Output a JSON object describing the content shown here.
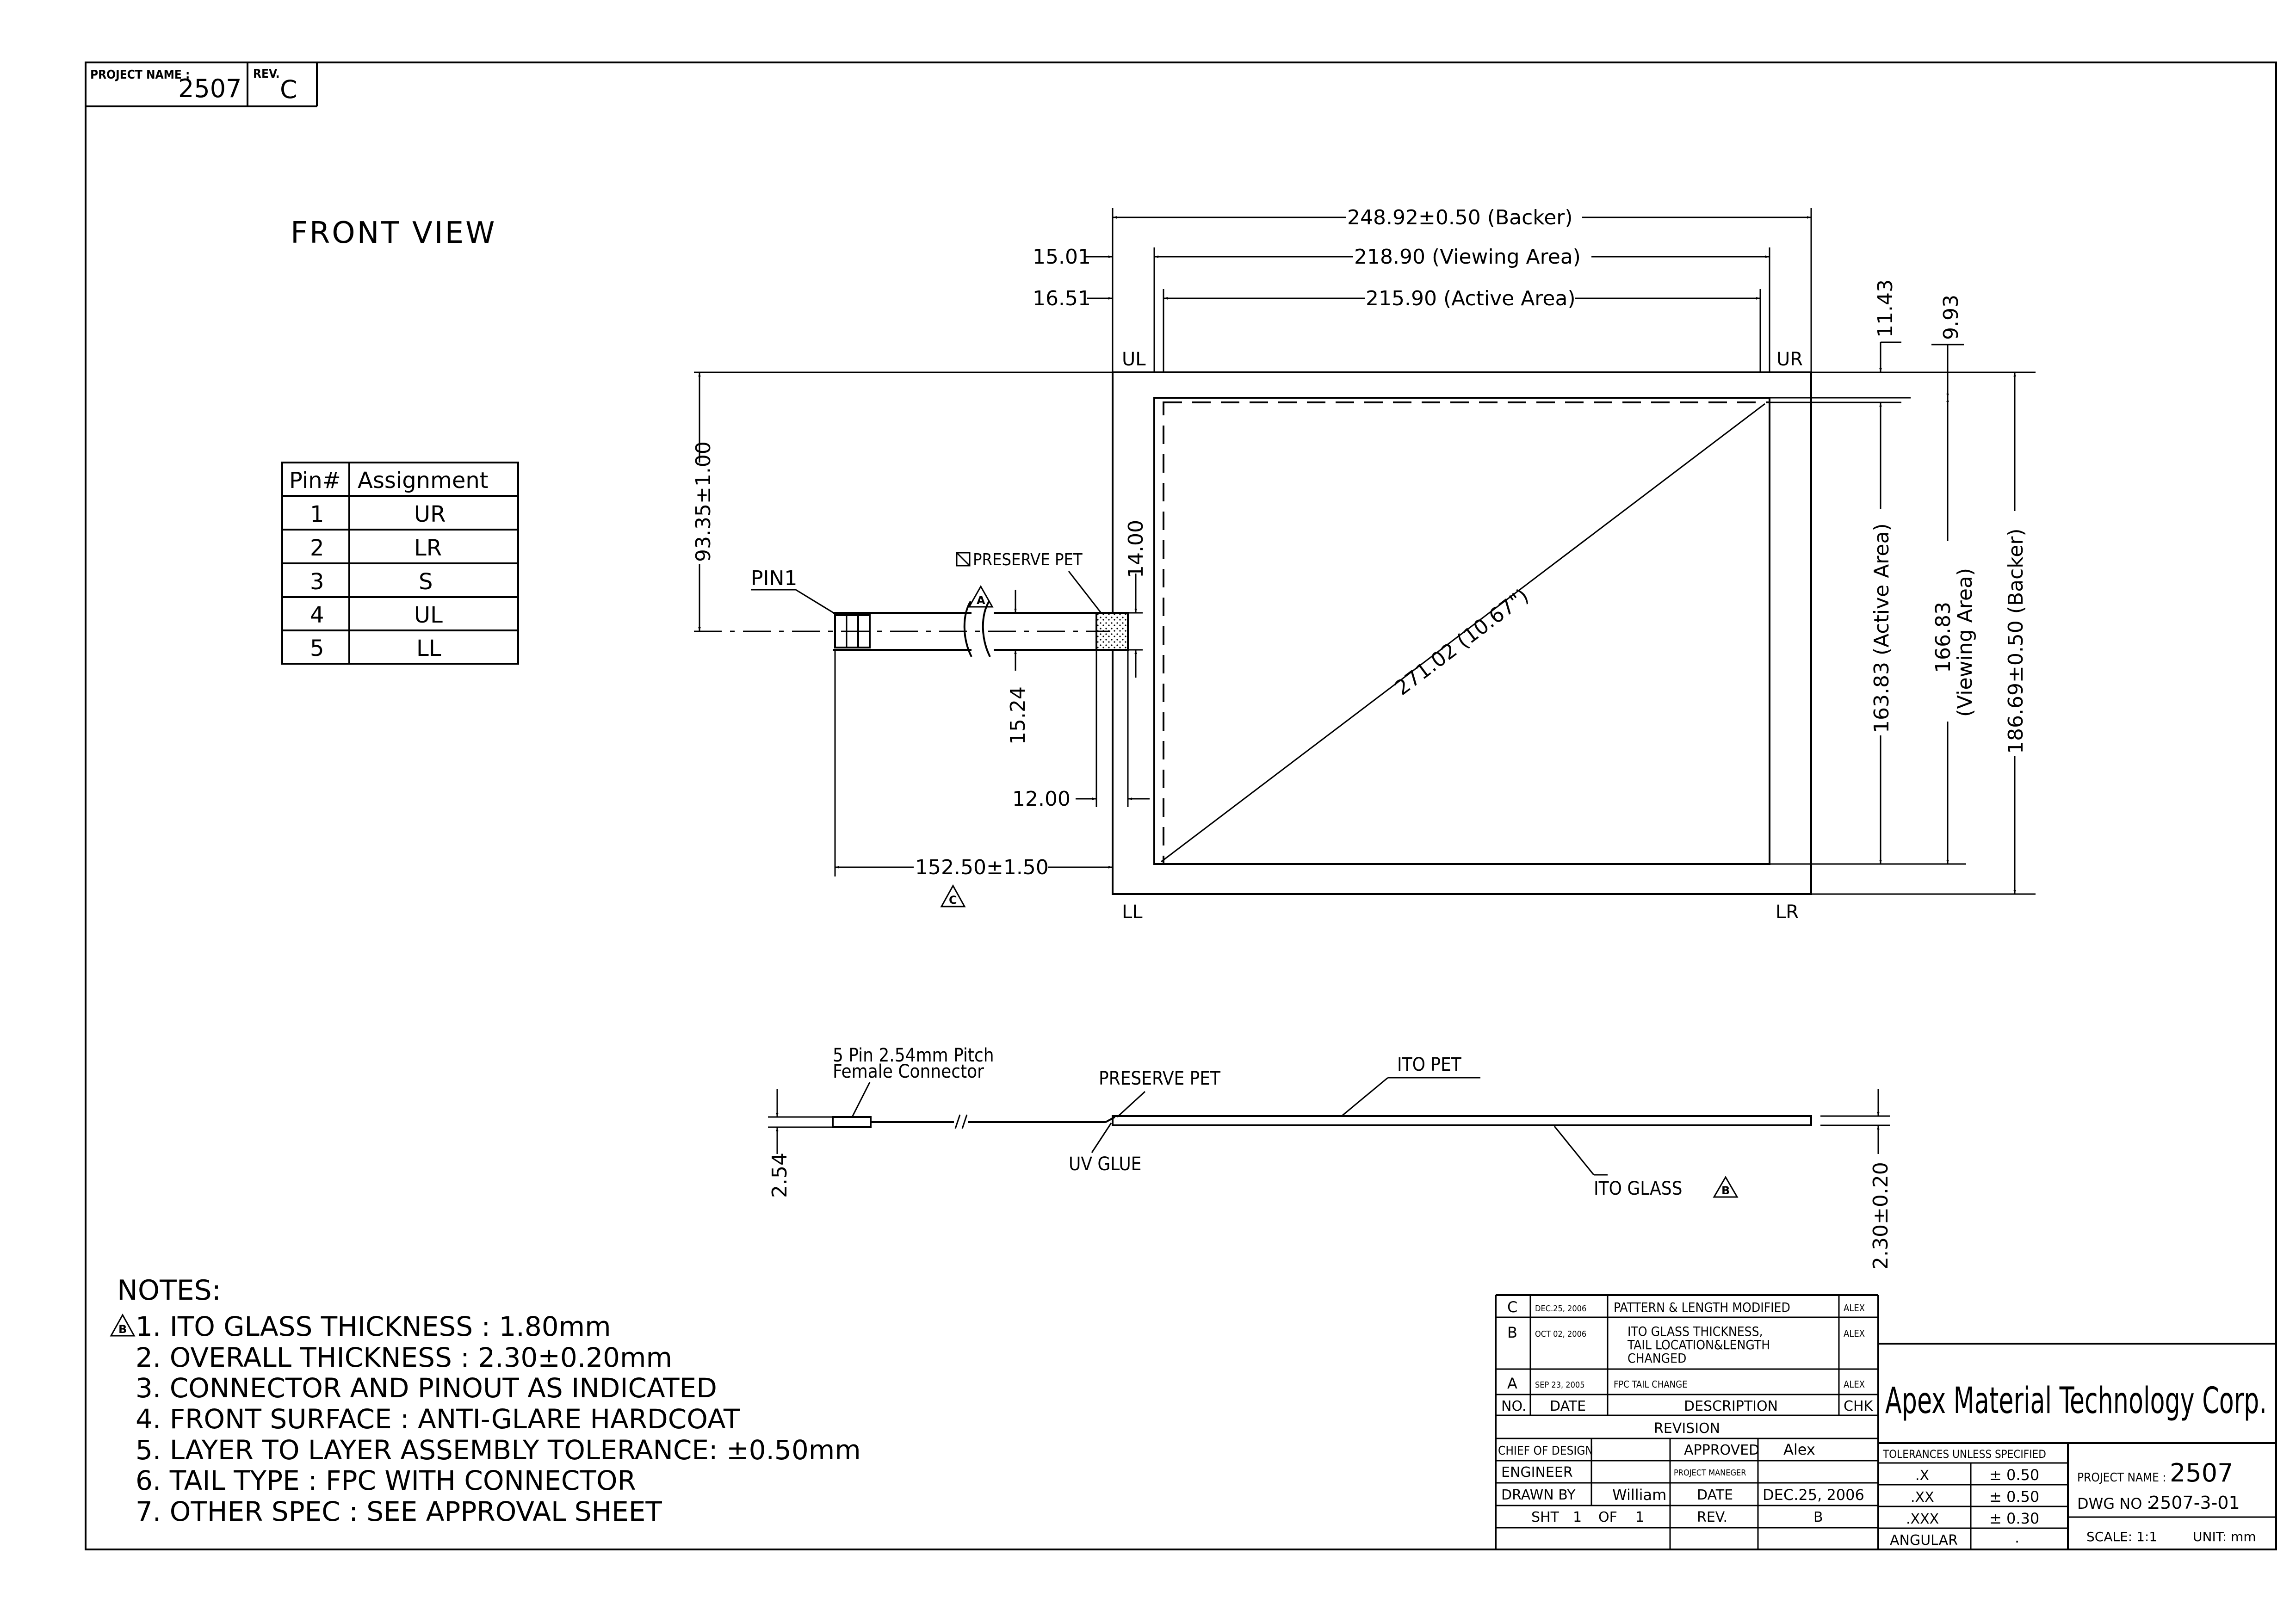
{
  "header": {
    "project_label": "PROJECT NAME :",
    "project_value": "2507",
    "rev_label": "REV.",
    "rev_value": "C"
  },
  "front_view": {
    "title": "FRONT VIEW",
    "dim_backer_w": "248.92±0.50 (Backer)",
    "dim_viewing_w": "218.90 (Viewing Area)",
    "dim_active_w": "215.90 (Active Area)",
    "dim_15_01": "15.01",
    "dim_16_51": "16.51",
    "dim_11_43": "11.43",
    "dim_9_93": "9.93",
    "dim_93_35": "93.35±1.00",
    "dim_14_00": "14.00",
    "dim_15_24": "15.24",
    "dim_12_00": "12.00",
    "dim_152_50": "152.50±1.50",
    "dim_diag": "271.02 (10.67\")",
    "dim_active_h": "163.83 (Active Area)",
    "dim_viewing_h_1": "166.83",
    "dim_viewing_h_2": "(Viewing Area)",
    "dim_backer_h": "186.69±0.50 (Backer)",
    "corner_ul": "UL",
    "corner_ur": "UR",
    "corner_ll": "LL",
    "corner_lr": "LR",
    "pin1": "PIN1",
    "preserve_pet": "PRESERVE PET",
    "rev_a": "A",
    "rev_c": "C"
  },
  "pin_table": {
    "headers": [
      "Pin#",
      "Assignment"
    ],
    "rows": [
      [
        "1",
        "UR"
      ],
      [
        "2",
        "LR"
      ],
      [
        "3",
        "S"
      ],
      [
        "4",
        "UL"
      ],
      [
        "5",
        "LL"
      ]
    ]
  },
  "side_view": {
    "connector_1": "5 Pin 2.54mm Pitch",
    "connector_2": "Female Connector",
    "preserve_pet": "PRESERVE PET",
    "ito_pet": "ITO PET",
    "uv_glue": "UV GLUE",
    "ito_glass": "ITO GLASS",
    "dim_2_54": "2.54",
    "dim_2_30": "2.30±0.20",
    "rev_b": "B"
  },
  "notes": {
    "title": "NOTES:",
    "rev_mark": "B",
    "items": [
      "1. ITO GLASS THICKNESS : 1.80mm",
      "2. OVERALL THICKNESS : 2.30±0.20mm",
      "3. CONNECTOR AND PINOUT AS INDICATED",
      "4. FRONT SURFACE : ANTI-GLARE HARDCOAT",
      "5. LAYER TO LAYER ASSEMBLY TOLERANCE: ±0.50mm",
      "6. TAIL TYPE : FPC WITH CONNECTOR",
      "7. OTHER SPEC : SEE APPROVAL SHEET"
    ]
  },
  "revisions": {
    "rows": [
      {
        "no": "C",
        "date": "DEC.25, 2006",
        "desc": [
          "PATTERN & LENGTH MODIFIED"
        ],
        "chk": "ALEX"
      },
      {
        "no": "B",
        "date": "OCT 02, 2006",
        "desc": [
          "ITO GLASS THICKNESS,",
          "TAIL LOCATION&LENGTH",
          "CHANGED"
        ],
        "chk": "ALEX"
      },
      {
        "no": "A",
        "date": "SEP 23, 2005",
        "desc": [
          "FPC TAIL CHANGE"
        ],
        "chk": "ALEX"
      }
    ],
    "header": {
      "no": "NO.",
      "date": "DATE",
      "desc": "DESCRIPTION",
      "chk": "CHK"
    },
    "caption": "REVISION"
  },
  "signoff": {
    "chief": "CHIEF OF DESIGN",
    "approved": "APPROVED",
    "approved_by": "Alex",
    "engineer": "ENGINEER",
    "pm": "PROJECT MANEGER",
    "drawn": "DRAWN BY",
    "drawn_by": "William",
    "date_label": "DATE",
    "date": "DEC.25, 2006",
    "sht": "SHT",
    "sht_no": "1",
    "of": "OF",
    "sht_total": "1",
    "rev_label": "REV.",
    "rev": "B"
  },
  "company": "Apex Material Technology Corp.",
  "tolerances": {
    "title": "TOLERANCES UNLESS SPECIFIED",
    "rows": [
      [
        ".X",
        "± 0.50"
      ],
      [
        ".XX",
        "± 0.50"
      ],
      [
        ".XXX",
        "± 0.30"
      ],
      [
        "ANGULAR",
        "."
      ]
    ]
  },
  "title_block": {
    "project_label": "PROJECT NAME :",
    "project_value": "2507",
    "dwg_label": "DWG NO :",
    "dwg_value": "2507-3-01",
    "scale": "SCALE: 1:1",
    "unit": "UNIT: mm"
  }
}
